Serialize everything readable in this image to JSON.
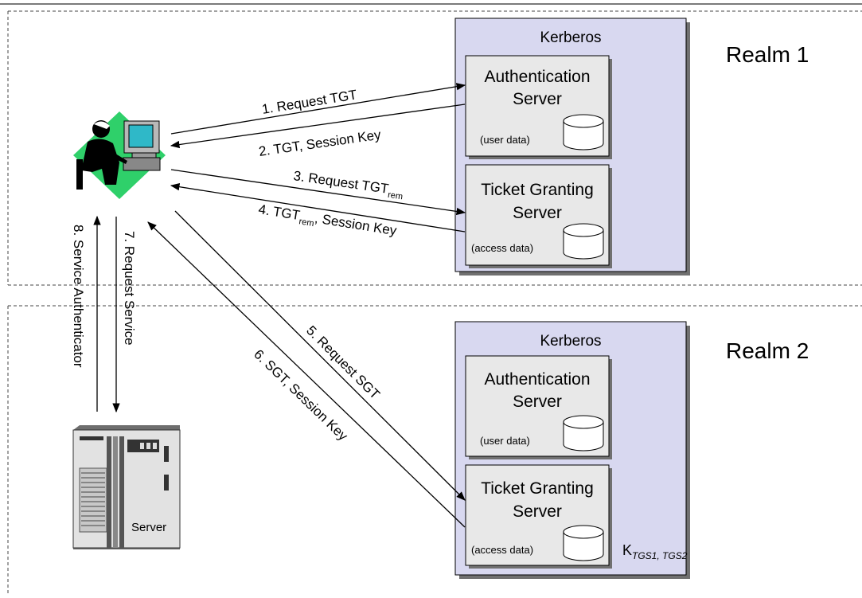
{
  "realms": [
    {
      "name": "Realm 1",
      "kerberos_title": "Kerberos",
      "as_title_line1": "Authentication",
      "as_title_line2": "Server",
      "as_data": "(user data)",
      "tgs_title_line1": "Ticket Granting",
      "tgs_title_line2": "Server",
      "tgs_data": "(access data)"
    },
    {
      "name": "Realm 2",
      "kerberos_title": "Kerberos",
      "as_title_line1": "Authentication",
      "as_title_line2": "Server",
      "as_data": "(user data)",
      "tgs_title_line1": "Ticket Granting",
      "tgs_title_line2": "Server",
      "tgs_data": "(access data)",
      "key_main": "K",
      "key_sub": "TGS1, TGS2"
    }
  ],
  "server_label": "Server",
  "messages": {
    "m1": "1. Request TGT",
    "m2": "2. TGT, Session Key",
    "m3_main": "3. Request TGT",
    "m3_sub": "rem",
    "m4_pre": "4. TGT",
    "m4_sub": "rem",
    "m4_post": ", Session Key",
    "m5": "5. Request SGT",
    "m6": "6. SGT, Session Key",
    "m7": "7. Request Service",
    "m8": "8. Service Authenticator"
  },
  "colors": {
    "kerberos_fill": "#d8d8f0",
    "server_box_fill": "#e8e8e8",
    "user_diamond": "#2fd06a",
    "monitor_screen": "#2fb8c8"
  }
}
